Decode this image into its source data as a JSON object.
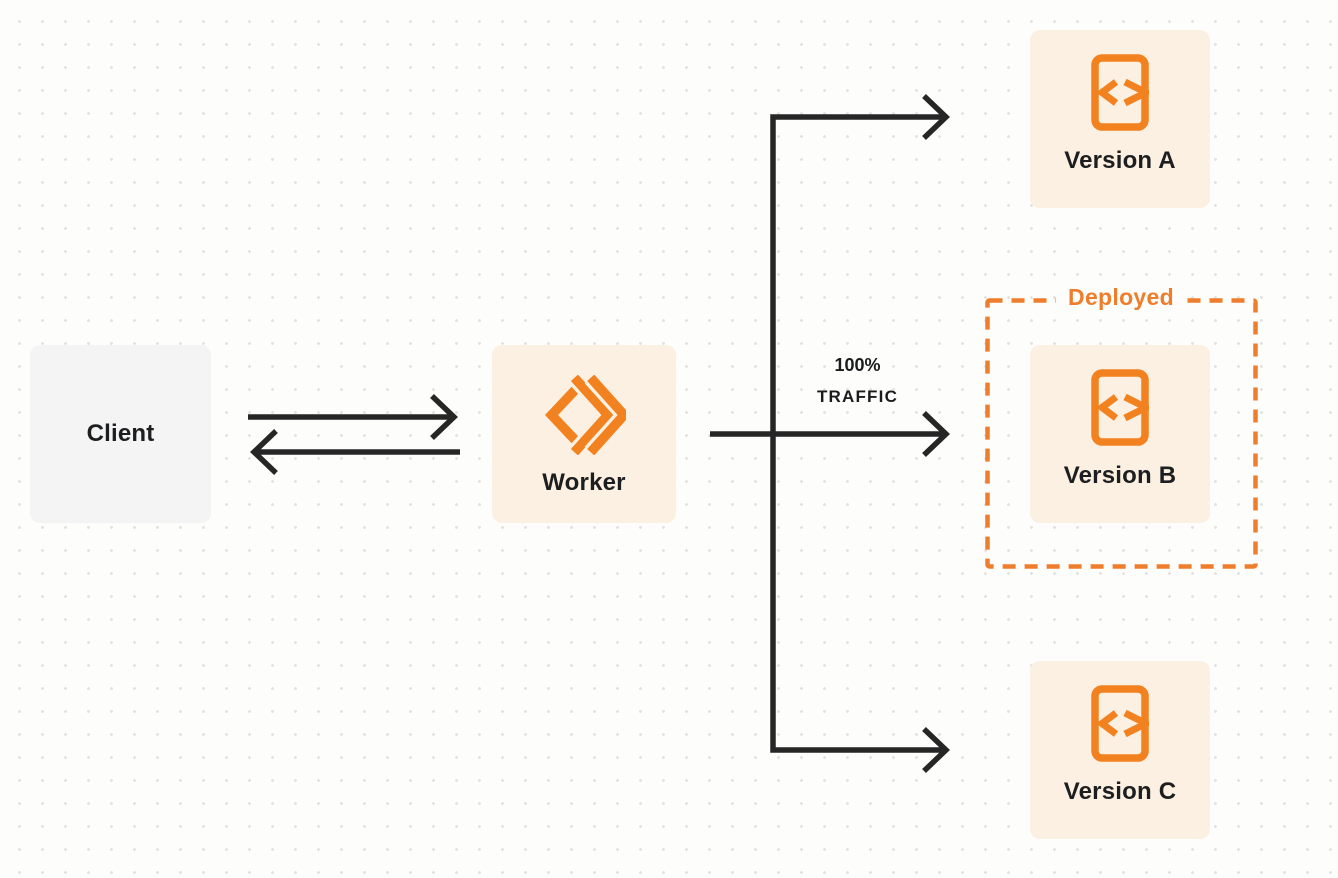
{
  "diagram": {
    "client": {
      "label": "Client"
    },
    "worker": {
      "label": "Worker"
    },
    "traffic": {
      "line1": "100%",
      "line2": "TRAFFIC"
    },
    "deployed_label": "Deployed",
    "versions": [
      {
        "label": "Version A",
        "deployed": false
      },
      {
        "label": "Version B",
        "deployed": true
      },
      {
        "label": "Version C",
        "deployed": false
      }
    ],
    "icons": {
      "worker": "cloudflare-worker-icon",
      "version": "code-file-icon"
    },
    "colors": {
      "accent_orange": "#f28120",
      "deployed_orange": "#ee7d2c",
      "node_fill_peach": "#fbf0e1",
      "client_fill_gray": "#f4f4f5",
      "arrow_black": "#262626",
      "text_dark": "#1d1e20",
      "background": "#fdfdfc"
    }
  }
}
